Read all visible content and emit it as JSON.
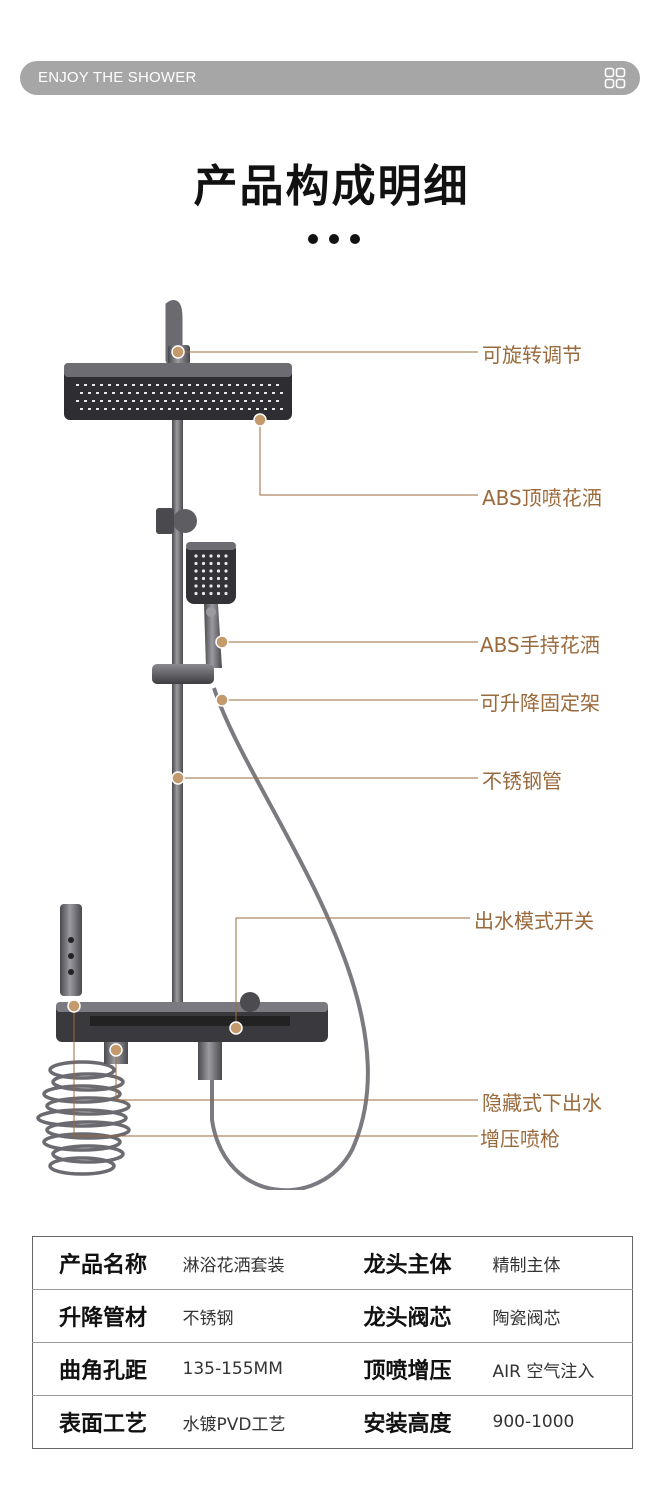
{
  "header": {
    "tagline": "ENJOY THE SHOWER",
    "menu_icon": "grid-icon"
  },
  "title": "产品构成明细",
  "colors": {
    "accent": "#9a6a3c",
    "bar": "#a6a6a6",
    "product": "#5a5a5e"
  },
  "callouts": [
    {
      "label": "可旋转调节"
    },
    {
      "label": "ABS顶喷花洒"
    },
    {
      "label": "ABS手持花洒"
    },
    {
      "label": "可升降固定架"
    },
    {
      "label": "不锈钢管"
    },
    {
      "label": "出水模式开关"
    },
    {
      "label": "隐藏式下出水"
    },
    {
      "label": "增压喷枪"
    }
  ],
  "specs": [
    {
      "k1": "产品名称",
      "v1": "淋浴花洒套装",
      "k2": "龙头主体",
      "v2": "精制主体"
    },
    {
      "k1": "升降管材",
      "v1": "不锈钢",
      "k2": "龙头阀芯",
      "v2": "陶瓷阀芯"
    },
    {
      "k1": "曲角孔距",
      "v1": "135-155MM",
      "k2": "顶喷增压",
      "v2": "AIR 空气注入"
    },
    {
      "k1": "表面工艺",
      "v1": "水镀PVD工艺",
      "k2": "安装高度",
      "v2": "900-1000"
    }
  ]
}
